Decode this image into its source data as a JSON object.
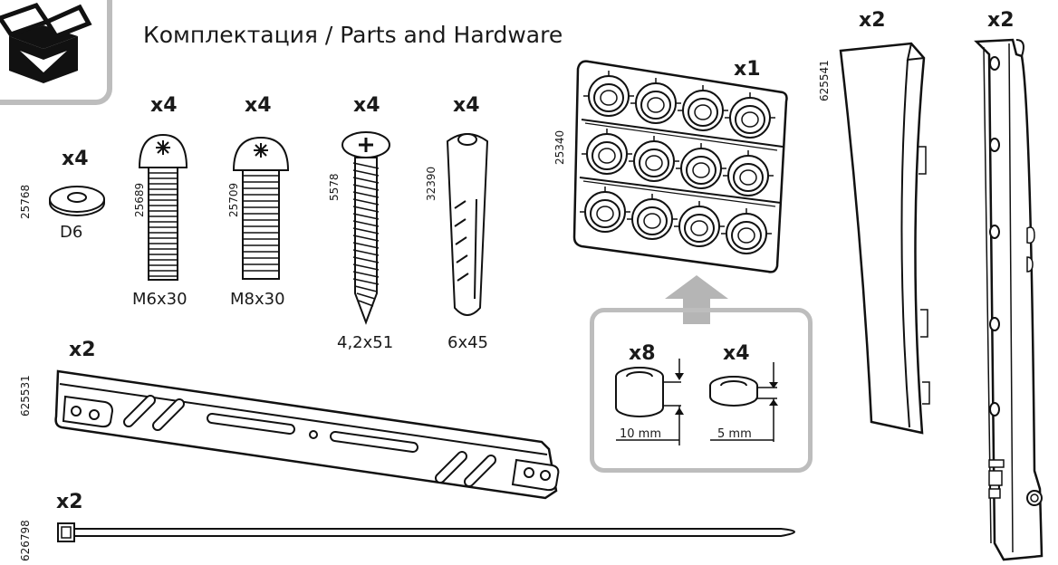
{
  "title": "Комплектация / Parts and Hardware",
  "icons": {
    "box": "open-box-icon"
  },
  "colors": {
    "line": "#1a1a1a",
    "panel": "#bdbdbd",
    "arrow": "#b5b5b5"
  },
  "parts": {
    "washer": {
      "qty": "x4",
      "code": "25768",
      "size": "D6"
    },
    "bolt_m6": {
      "qty": "x4",
      "code": "25689",
      "size": "M6x30"
    },
    "bolt_m8": {
      "qty": "x4",
      "code": "25709",
      "size": "M8x30"
    },
    "screw": {
      "qty": "x4",
      "code": "5578",
      "size": "4,2x51"
    },
    "dowel": {
      "qty": "x4",
      "code": "32390",
      "size": "6x45"
    },
    "spacer_sheet": {
      "qty": "x1",
      "code": "25340"
    },
    "spacer_tall": {
      "qty": "x8",
      "size": "10 mm"
    },
    "spacer_short": {
      "qty": "x4",
      "size": "5 mm"
    },
    "curved_plate": {
      "qty": "x2",
      "code": "625541"
    },
    "rail": {
      "qty": "x2"
    },
    "bracket": {
      "qty": "x2",
      "code": "625531"
    },
    "tie": {
      "qty": "x2",
      "code": "626798"
    }
  }
}
